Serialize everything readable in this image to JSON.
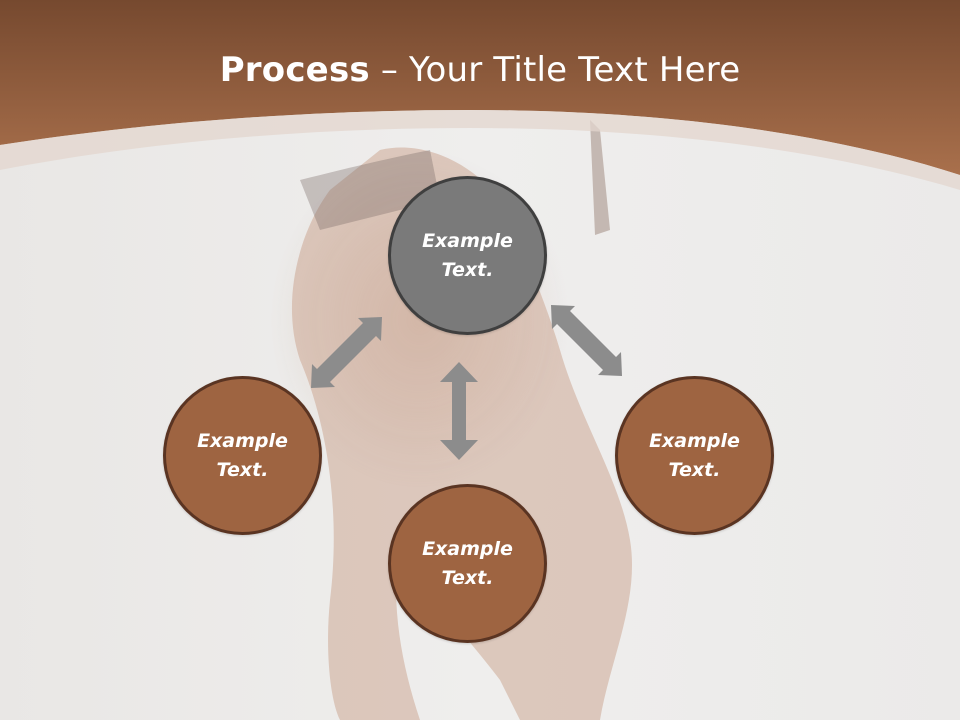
{
  "slide": {
    "title_bold": "Process",
    "title_rest": " – Your Title Text Here",
    "colors": {
      "header_brown": "#9c6341",
      "circle_brown": "#9e6441",
      "circle_grey": "#7a7a7a",
      "arrow_grey": "#8a8a8a"
    }
  },
  "circles": [
    {
      "line1": "Example",
      "line2": "Text."
    },
    {
      "line1": "Example",
      "line2": "Text."
    },
    {
      "line1": "Example",
      "line2": "Text."
    },
    {
      "line1": "Example",
      "line2": "Text."
    }
  ],
  "icons": [
    "double-arrow-icon",
    "double-arrow-icon",
    "double-arrow-icon"
  ]
}
